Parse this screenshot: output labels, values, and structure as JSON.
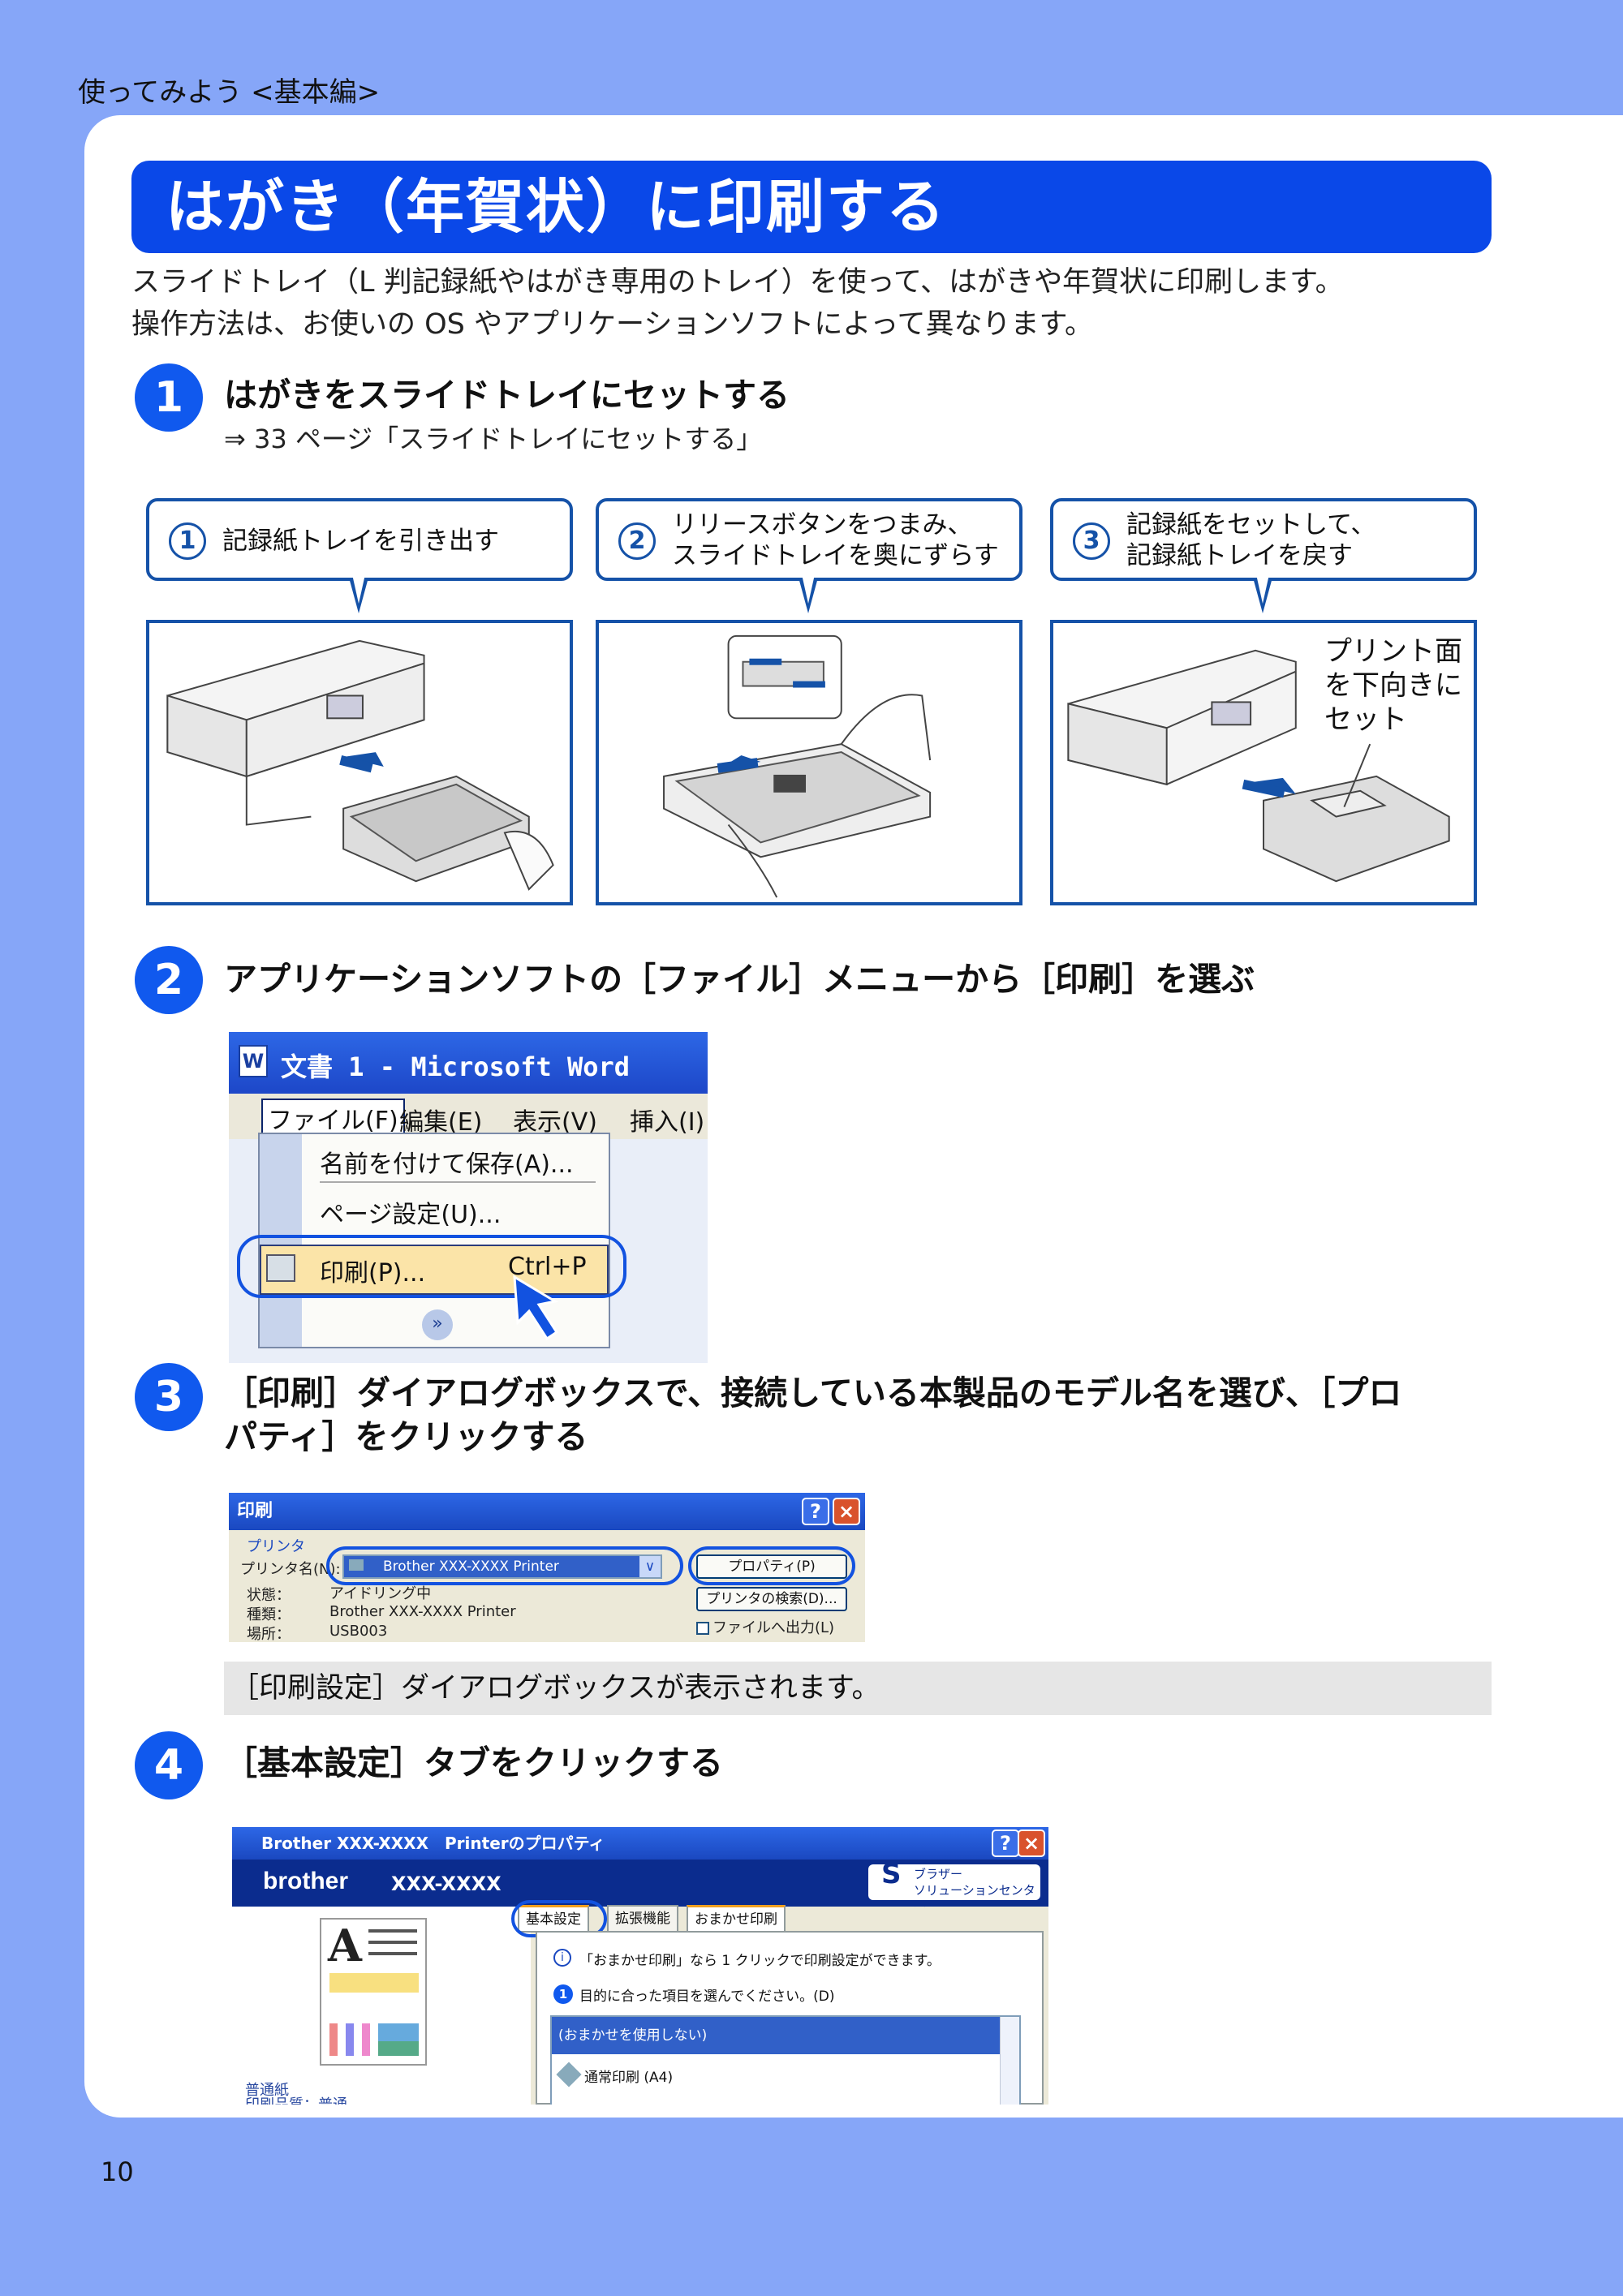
{
  "header": {
    "section": "使ってみよう <基本編>"
  },
  "page_number": "10",
  "title": "はがき（年賀状）に印刷する",
  "intro": {
    "line1": "スライドトレイ（L 判記録紙やはがき専用のトレイ）を使って、はがきや年賀状に印刷します。",
    "line2": "操作方法は、お使いの OS やアプリケーションソフトによって異なります。"
  },
  "steps": [
    {
      "num": "1",
      "title": "はがきをスライドトレイにセットする",
      "ref": "⇒ 33 ページ「スライドトレイにセットする」"
    },
    {
      "num": "2",
      "title": "アプリケーションソフトの［ファイル］メニューから［印刷］を選ぶ"
    },
    {
      "num": "3",
      "title_line1": "［印刷］ダイアログボックスで、接続している本製品のモデル名を選び、［プロ",
      "title_line2": "パティ］をクリックする"
    },
    {
      "num": "4",
      "title": "［基本設定］タブをクリックする"
    }
  ],
  "callouts": [
    {
      "num": "1",
      "line1": "記録紙トレイを引き出す",
      "line2": ""
    },
    {
      "num": "2",
      "line1": "リリースボタンをつまみ、",
      "line2": "スライドトレイを奥にずらす"
    },
    {
      "num": "3",
      "line1": "記録紙をセットして、",
      "line2": "記録紙トレイを戻す"
    }
  ],
  "photo_note": {
    "line1": "プリント面",
    "line2": "を下向きに",
    "line3": "セット"
  },
  "word": {
    "icon": "W",
    "title": "文書 1 - Microsoft Word",
    "menus": [
      "ファイル(F)",
      "編集(E)",
      "表示(V)",
      "挿入(I)"
    ],
    "items": [
      "名前を付けて保存(A)...",
      "ページ設定(U)...",
      "印刷(P)..."
    ],
    "shortcut": "Ctrl+P",
    "chevron": "»"
  },
  "print_dialog": {
    "title": "印刷",
    "help": "?",
    "close": "×",
    "group": "プリンタ",
    "name_label": "プリンタ名(N):",
    "printer": "Brother XXX-XXXX Printer",
    "dropdown_arrow": "∨",
    "status_label": "状態：",
    "status_value": "アイドリング中",
    "type_label": "種類：",
    "type_value": "Brother XXX-XXXX Printer",
    "location_label": "場所：",
    "location_value": "USB003",
    "properties_btn": "プロパティ(P)",
    "find_btn": "プリンタの検索(D)...",
    "file_check": "ファイルへ出力(L)"
  },
  "info_text": "［印刷設定］ダイアログボックスが表示されます。",
  "properties": {
    "title": "Brother XXX-XXXX　Printerのプロパティ",
    "help": "?",
    "close": "×",
    "brand": "brother",
    "model": "XXX-XXXX",
    "center_icon": "S",
    "center_line1": "ブラザー",
    "center_line2": "ソリューションセンター",
    "tabs": [
      "基本設定",
      "拡張機能",
      "おまかせ印刷"
    ],
    "info_line": "「おまかせ印刷」なら 1 クリックで印刷設定ができます。",
    "select_line": "目的に合った項目を選んでください。(D)",
    "step_badge": "1",
    "list_selected": "(おまかせを使用しない)",
    "list_item": "通常印刷 (A4)",
    "paper": "普通紙",
    "quality": "印刷品質：普通",
    "preview_letter": "A"
  },
  "colors": {
    "page_bg": "#86a6f8",
    "title_bar": "#0a48e8",
    "step_badge": "#1059ee",
    "callout_border": "#1552a8"
  }
}
